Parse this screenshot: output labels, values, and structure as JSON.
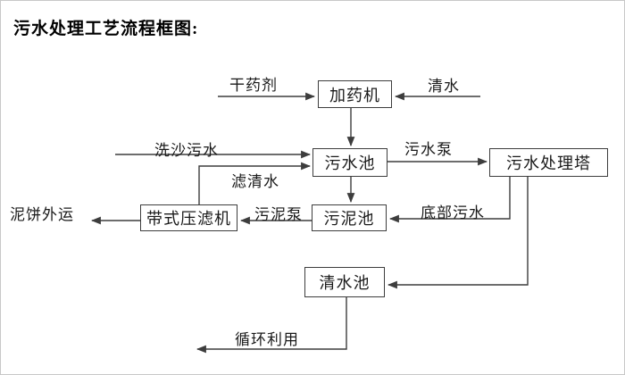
{
  "title": "污水处理工艺流程框图:",
  "nodes": {
    "dosing_machine": "加药机",
    "sewage_pool": "污水池",
    "treatment_tower": "污水处理塔",
    "sludge_pool": "污泥池",
    "belt_filter_press": "带式压滤机",
    "clean_water_pool": "清水池"
  },
  "flow_labels": {
    "dry_agent": "干药剂",
    "clean_water": "清水",
    "sand_wash_sewage": "洗沙污水",
    "sewage_pump": "污水泵",
    "filtered_water": "滤清水",
    "sludge_pump": "污泥泵",
    "bottom_sewage": "底部污水",
    "mud_cake_out": "泥饼外运",
    "recycle": "循环利用"
  },
  "edges": [
    {
      "from": "干药剂",
      "to": "加药机"
    },
    {
      "from": "清水",
      "to": "加药机"
    },
    {
      "from": "加药机",
      "to": "污水池"
    },
    {
      "from": "洗沙污水",
      "to": "污水池"
    },
    {
      "from": "带式压滤机",
      "to": "污水池",
      "label": "滤清水"
    },
    {
      "from": "污水池",
      "to": "污水处理塔",
      "label": "污水泵"
    },
    {
      "from": "污水池",
      "to": "污泥池"
    },
    {
      "from": "污水处理塔",
      "to": "污泥池",
      "label": "底部污水"
    },
    {
      "from": "污水处理塔",
      "to": "清水池"
    },
    {
      "from": "污泥池",
      "to": "带式压滤机",
      "label": "污泥泵"
    },
    {
      "from": "带式压滤机",
      "to": "泥饼外运"
    },
    {
      "from": "清水池",
      "to": "循环利用"
    }
  ],
  "colors": {
    "line": "#3d3d3d",
    "text": "#1a1a1a",
    "background": "#ffffff"
  }
}
